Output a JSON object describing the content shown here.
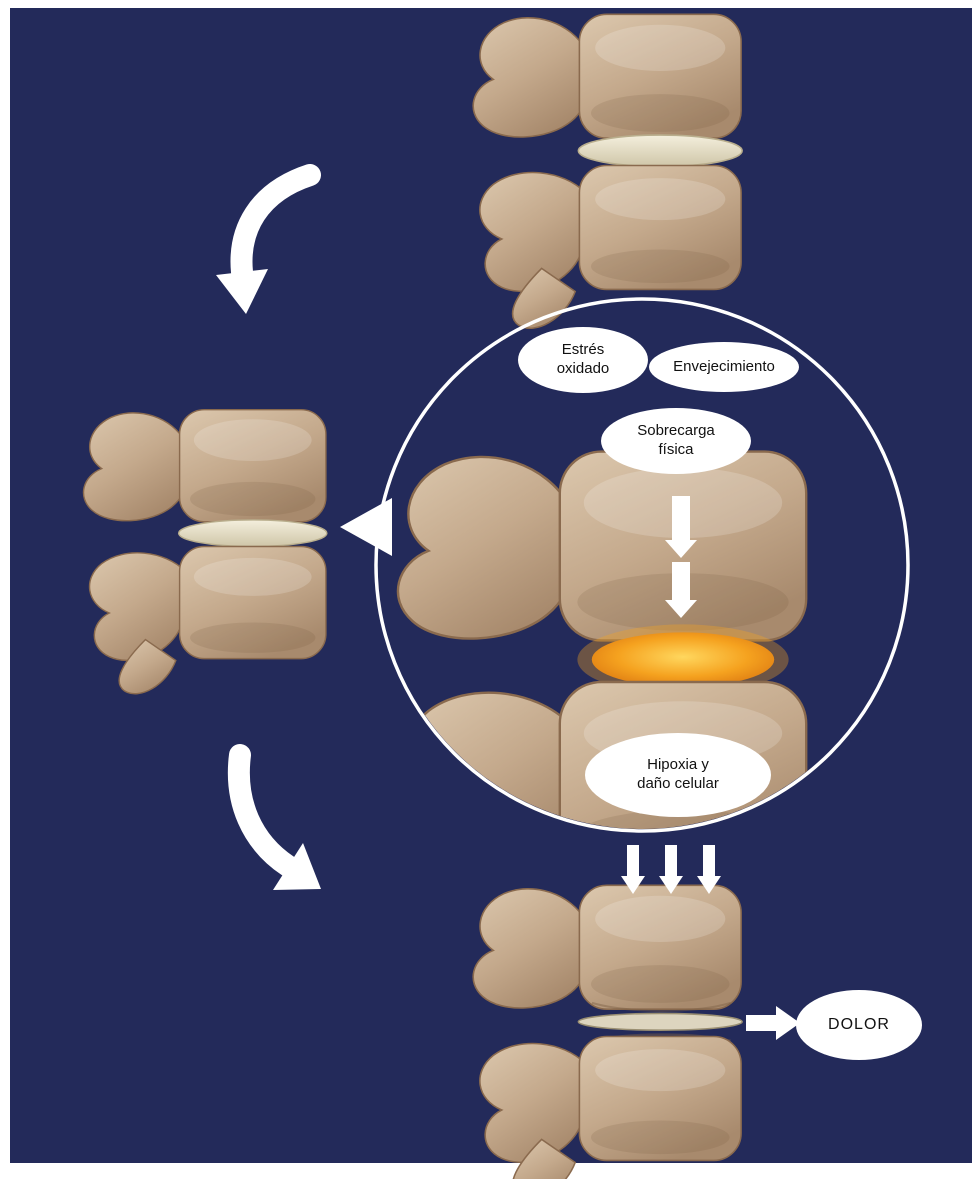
{
  "figure": {
    "labels": {
      "oxidative_stress": "Estrés\noxidado",
      "aging": "Envejecimiento",
      "physical_overload": "Sobrecarga\nfísica",
      "hypoxia_cell_damage": "Hipoxia y\ndaño celular",
      "pain": "DOLOR"
    },
    "colors": {
      "background": "#232a5a",
      "frame": "#ffffff",
      "bone_light": "#dcc8ae",
      "bone_dark": "#b2957a",
      "bone_outline": "#8a6a4e",
      "disc_healthy": "#ece6d2",
      "disc_degenerated": "#ddd5bf",
      "disc_inflamed_center": "#ffd75e",
      "disc_inflamed_edge": "#d9730f",
      "label_background": "#ffffff",
      "label_text": "#111111",
      "arrow": "#ffffff"
    }
  }
}
